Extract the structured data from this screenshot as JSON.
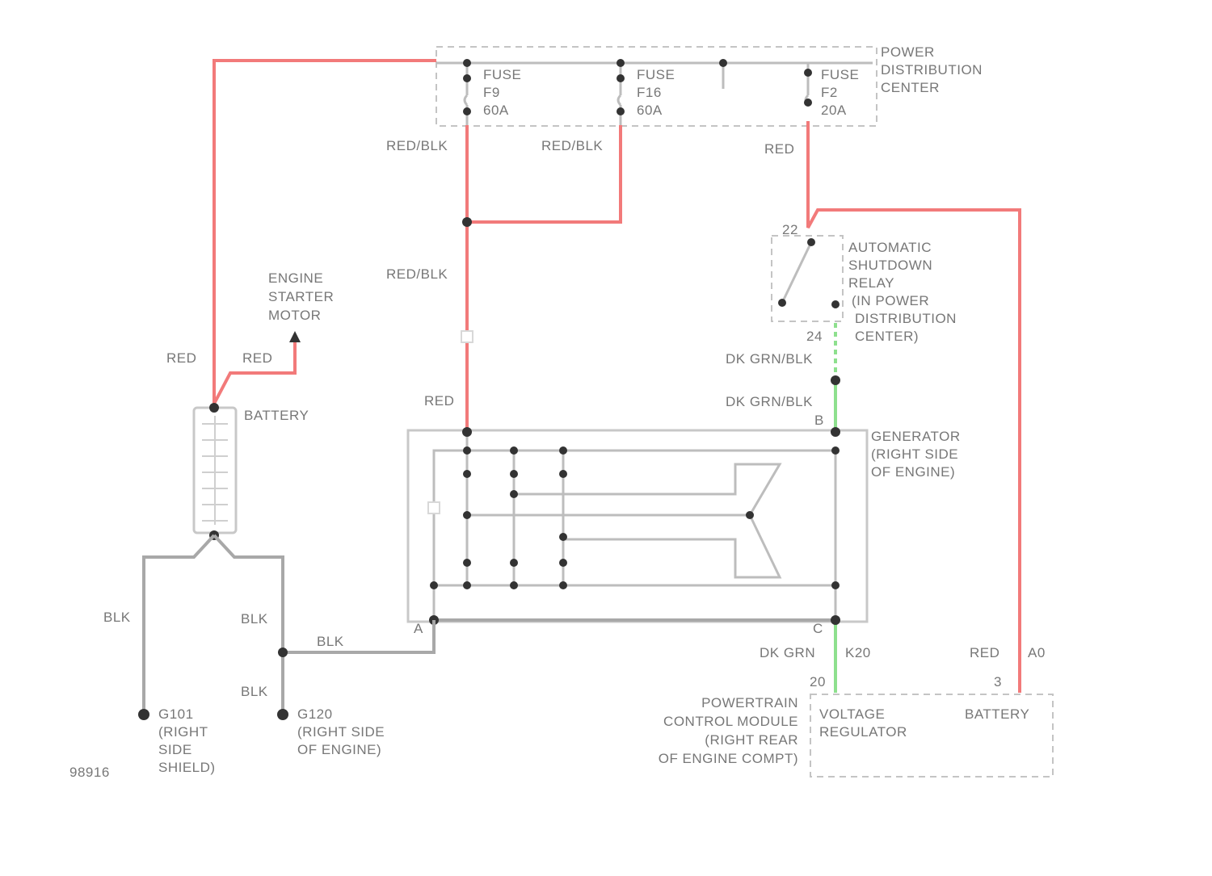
{
  "diagram": {
    "type": "wiring-diagram",
    "title_ref": "98916",
    "colors": {
      "red_wire": "#f27a7a",
      "black_wire": "#a8a8a8",
      "green_wire": "#8ee08e",
      "node": "#333333"
    },
    "components": {
      "pdc": {
        "l1": "POWER",
        "l2": "DISTRIBUTION",
        "l3": "CENTER"
      },
      "fuse1": {
        "l1": "FUSE",
        "l2": "F9",
        "l3": "60A"
      },
      "fuse2": {
        "l1": "FUSE",
        "l2": "F16",
        "l3": "60A"
      },
      "fuse3": {
        "l1": "FUSE",
        "l2": "F2",
        "l3": "20A"
      },
      "asd_relay": {
        "l1": "AUTOMATIC",
        "l2": "SHUTDOWN",
        "l3": "RELAY",
        "l4": "(IN POWER",
        "l5": "DISTRIBUTION",
        "l6": "CENTER)",
        "pin_top": "22",
        "pin_bot": "24"
      },
      "starter": {
        "l1": "ENGINE",
        "l2": "STARTER",
        "l3": "MOTOR"
      },
      "battery": {
        "label": "BATTERY"
      },
      "generator": {
        "l1": "GENERATOR",
        "l2": "(RIGHT SIDE",
        "l3": "OF ENGINE)",
        "pin_b": "B",
        "pin_a": "A",
        "pin_c": "C"
      },
      "g101": {
        "l1": "G101",
        "l2": "(RIGHT",
        "l3": "SIDE",
        "l4": "SHIELD)"
      },
      "g120": {
        "l1": "G120",
        "l2": "(RIGHT SIDE",
        "l3": "OF ENGINE)"
      },
      "pcm": {
        "l1": "POWERTRAIN",
        "l2": "CONTROL MODULE",
        "l3": "(RIGHT REAR",
        "l4": "OF ENGINE COMPT)",
        "vr_l1": "VOLTAGE",
        "vr_l2": "REGULATOR",
        "batt": "BATTERY",
        "pin_vr": "20",
        "pin_batt": "3"
      }
    },
    "wires": {
      "red_blk_1": "RED/BLK",
      "red_blk_2": "RED/BLK",
      "red_blk_3": "RED/BLK",
      "red_f2": "RED",
      "red_batt": "RED",
      "red_starter": "RED",
      "red_gen": "RED",
      "dg_org_1": "DK GRN/BLK",
      "dg_org_2": "DK GRN/BLK",
      "dk_grn": "DK GRN",
      "k20": "K20",
      "red_a0": "RED",
      "a0": "A0",
      "blk_1": "BLK",
      "blk_2": "BLK",
      "blk_3": "BLK",
      "blk_4": "BLK"
    }
  }
}
